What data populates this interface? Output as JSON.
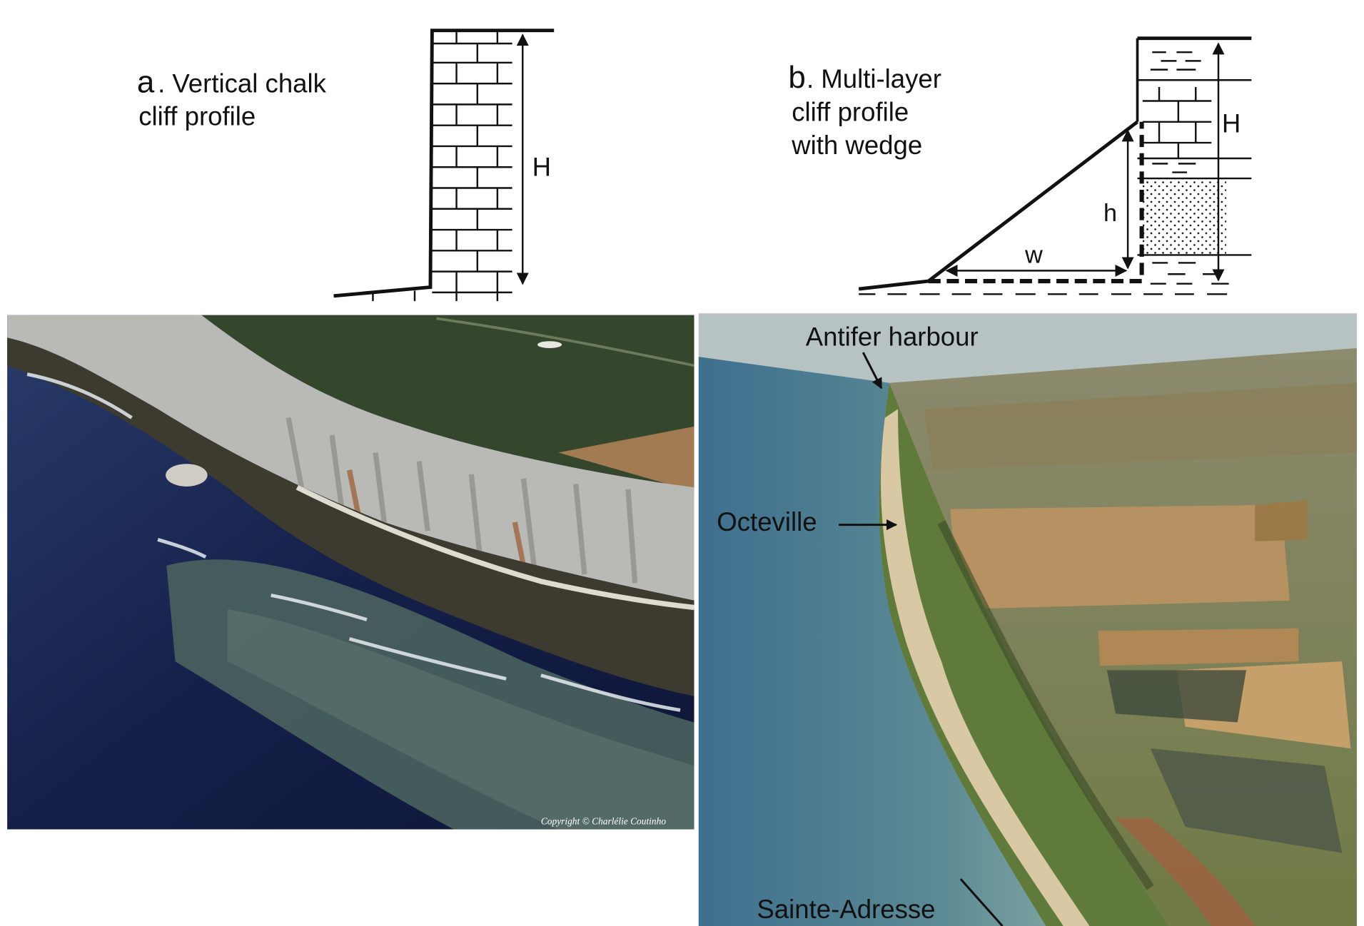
{
  "panel_a": {
    "letter": "a",
    "title_line1": ". Vertical chalk",
    "title_line2": "cliff profile",
    "height_label": "H"
  },
  "panel_b": {
    "letter": "b",
    "title_line1": ". Multi-layer",
    "title_line2": "cliff profile",
    "title_line3": "with wedge",
    "height_label": "H",
    "wedge_height_label": "h",
    "wedge_width_label": "w"
  },
  "photo_left": {
    "copyright": "Copyright © Charlélie Coutinho"
  },
  "photo_right": {
    "labels": {
      "antifer": "Antifer harbour",
      "octeville": "Octeville",
      "sainte_adresse": "Sainte-Adresse"
    }
  },
  "colors": {
    "line": "#111111",
    "sea_deep": "#16204a",
    "sea_shallow": "#4d6f79",
    "chalk": "#c9c9c3",
    "grass": "#3a4a2c",
    "field": "#b48f57"
  }
}
